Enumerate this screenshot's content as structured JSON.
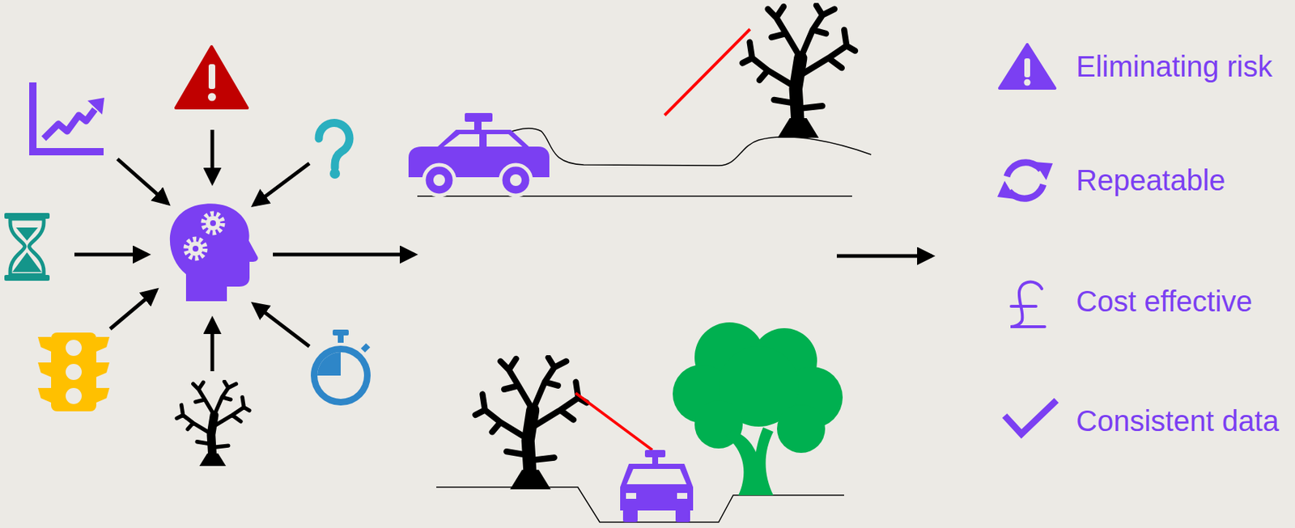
{
  "diagram": {
    "labels": [
      "Eliminating risk",
      "Repeatable",
      "Cost effective",
      "Consistent data"
    ]
  }
}
